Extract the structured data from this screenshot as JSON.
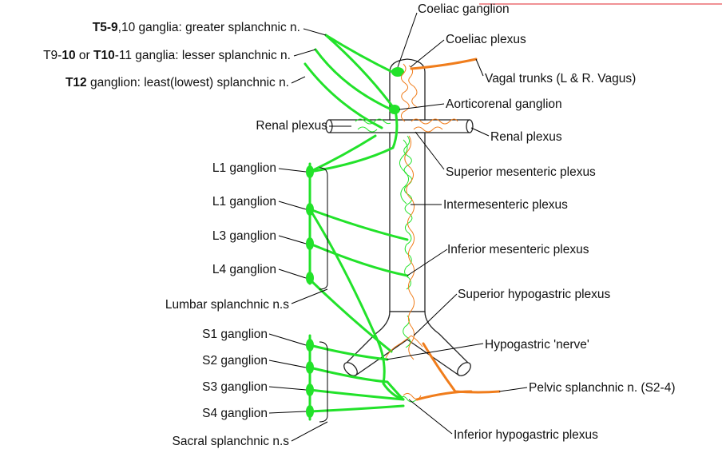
{
  "colors": {
    "sympathetic": "#22e22a",
    "parasympathetic": "#f07d1c",
    "accent_line": "#e0262b"
  },
  "labels": {
    "greater_splanchnic": {
      "pre": "",
      "b1": "T5-9",
      "mid": ",10 ganglia: greater splanchnic n.",
      "b2": "",
      "post": ""
    },
    "lesser_splanchnic": {
      "pre": "T9-",
      "b1": "10",
      "mid": " or ",
      "b2": "T10",
      "post": "-11 ganglia: lesser splanchnic n."
    },
    "least_splanchnic": {
      "b1": "T12",
      "post": " ganglion: least(lowest) splanchnic n."
    },
    "renal_plexus_left": "Renal plexus",
    "l1_ganglion_a": "L1 ganglion",
    "l1_ganglion_b": "L1 ganglion",
    "l3_ganglion": "L3 ganglion",
    "l4_ganglion": "L4 ganglion",
    "lumbar_splanchnic": "Lumbar splanchnic n.s",
    "s1_ganglion": "S1 ganglion",
    "s2_ganglion": "S2 ganglion",
    "s3_ganglion": "S3 ganglion",
    "s4_ganglion": "S4 ganglion",
    "sacral_splanchnic": "Sacral splanchnic n.s",
    "coeliac_ganglion": "Coeliac ganglion",
    "coeliac_plexus": "Coeliac plexus",
    "vagal_trunks": "Vagal trunks (L & R. Vagus)",
    "aorticorenal_ganglion": "Aorticorenal ganglion",
    "renal_plexus_right": "Renal plexus",
    "superior_mesenteric_plexus": "Superior mesenteric plexus",
    "intermesenteric_plexus": "Intermesenteric plexus",
    "inferior_mesenteric_plexus": "Inferior mesenteric plexus",
    "superior_hypogastric_plexus": "Superior hypogastric plexus",
    "hypogastric_nerve": "Hypogastric 'nerve'",
    "pelvic_splanchnic": "Pelvic splanchnic n. (S2-4)",
    "inferior_hypogastric_plexus": "Inferior hypogastric plexus"
  }
}
